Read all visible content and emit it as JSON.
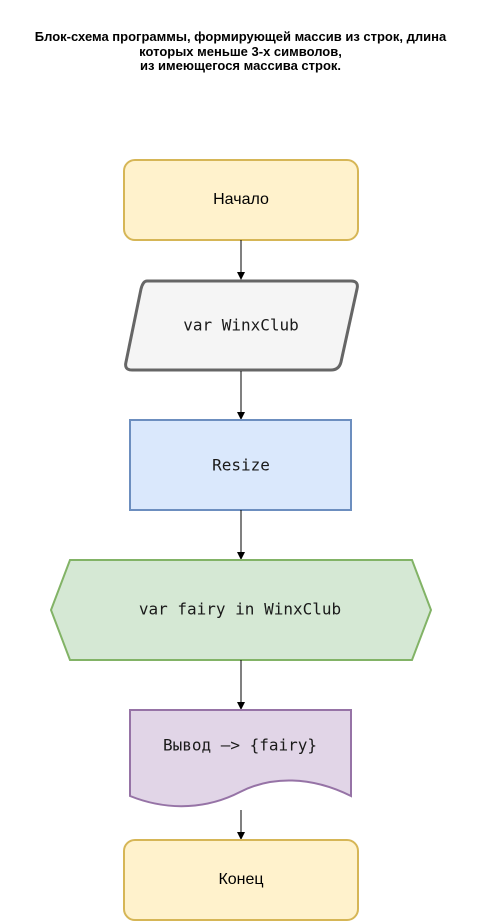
{
  "title": {
    "line1": "Блок-схема программы, формирующей массив из строк, длина",
    "line2": "которых меньше 3-х символов,",
    "line3": "из имеющегося массива строк."
  },
  "nodes": {
    "start": {
      "label": "Начало",
      "fill": "#fff2cc",
      "stroke": "#d6b656"
    },
    "input": {
      "label": "var WinxClub",
      "fill": "#f5f5f5",
      "stroke": "#666666"
    },
    "resize": {
      "label": "Resize",
      "fill": "#dae8fc",
      "stroke": "#6c8ebf"
    },
    "loop": {
      "label": "var fairy in WinxClub",
      "fill": "#d5e8d4",
      "stroke": "#82b366"
    },
    "output": {
      "label": "Вывод —> {fairy}",
      "fill": "#e1d5e7",
      "stroke": "#9673a6"
    },
    "end": {
      "label": "Конец",
      "fill": "#fff2cc",
      "stroke": "#d6b656"
    }
  }
}
